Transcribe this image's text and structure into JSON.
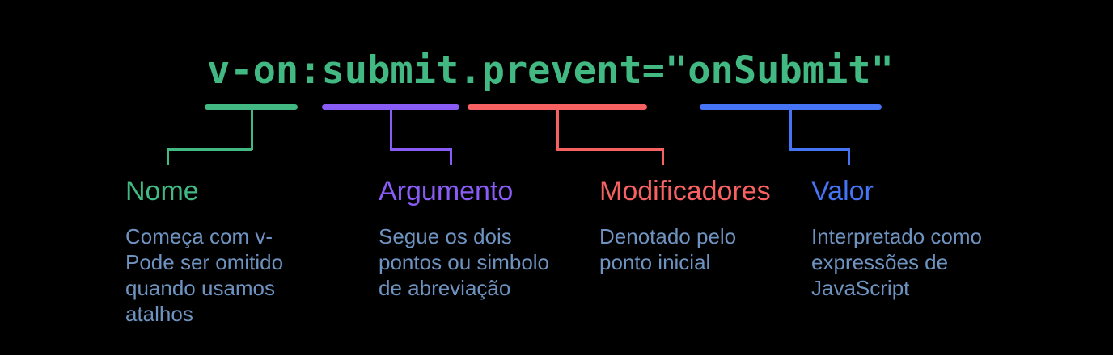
{
  "palette": {
    "background": "#000000",
    "code_text": "#42b883",
    "name_accent": "#42b883",
    "argument_accent": "#8a5cf6",
    "modifiers_accent": "#f86161",
    "value_accent": "#4575f5",
    "description_text": "#6e93c0"
  },
  "code": {
    "full": "v-on:submit.prevent=\"onSubmit\"",
    "segments": [
      {
        "text": "v-on",
        "annotation": "Nome"
      },
      {
        "text": ":",
        "annotation": null
      },
      {
        "text": "submit",
        "annotation": "Argumento"
      },
      {
        "text": ".",
        "annotation": null
      },
      {
        "text": "prevent",
        "annotation": "Modificadores"
      },
      {
        "text": "=",
        "annotation": null
      },
      {
        "text": "\"onSubmit\"",
        "annotation": "Valor"
      }
    ]
  },
  "annotations": [
    {
      "id": "name",
      "label": "Nome",
      "description": "Começa com v-\nPode ser omitido\nquando usamos\natalhos",
      "color": "#42b883"
    },
    {
      "id": "argument",
      "label": "Argumento",
      "description": "Segue os dois\npontos ou simbolo\nde abreviação",
      "color": "#8a5cf6"
    },
    {
      "id": "modifiers",
      "label": "Modificadores",
      "description": "Denotado pelo\nponto inicial",
      "color": "#f86161"
    },
    {
      "id": "value",
      "label": "Valor",
      "description": "Interpretado como\nexpressões de\nJavaScript",
      "color": "#4575f5"
    }
  ]
}
